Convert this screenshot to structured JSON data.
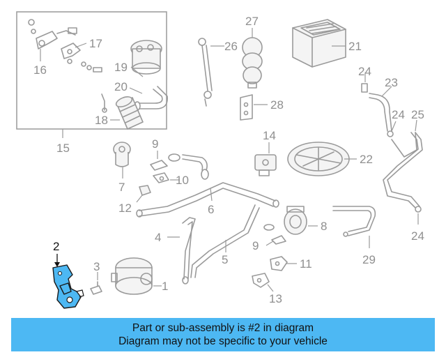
{
  "diagram": {
    "callouts": {
      "p1": "1",
      "p2": "2",
      "p3": "3",
      "p4": "4",
      "p5": "5",
      "p6": "6",
      "p7": "7",
      "p8": "8",
      "p9a": "9",
      "p9b": "9",
      "p10": "10",
      "p11": "11",
      "p12": "12",
      "p13": "13",
      "p14": "14",
      "p15": "15",
      "p16": "16",
      "p17": "17",
      "p18": "18",
      "p19": "19",
      "p20": "20",
      "p21": "21",
      "p22": "22",
      "p23": "23",
      "p24a": "24",
      "p24b": "24",
      "p24c": "24",
      "p25": "25",
      "p26": "26",
      "p27": "27",
      "p28": "28",
      "p29": "29"
    },
    "highlight_part": "2",
    "highlight_color": "#4db8f3",
    "line_color": "#9a9a9a"
  },
  "banner": {
    "line1": "Part or sub-assembly is #2 in diagram",
    "line2": "Diagram may not be specific to your vehicle",
    "color": "#4db8f3"
  }
}
